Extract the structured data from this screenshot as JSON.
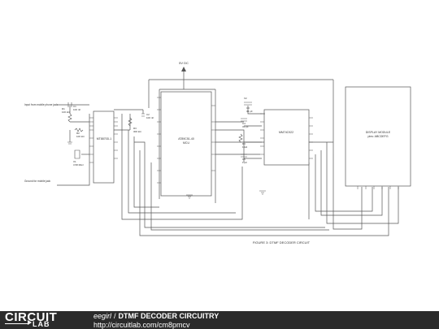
{
  "schematic": {
    "supply_label": "5V DC",
    "ic_dtmf_decoder": {
      "name": "MT8870D-1",
      "sub": ""
    },
    "ic_mcu": {
      "name": "AT89C51-40",
      "sub": "MCU"
    },
    "ic_latch": {
      "name": "MM74C922",
      "sub": ""
    },
    "ic_display": {
      "name": "DISPLAY MODULE",
      "sub": "pins: ABCDEFG"
    },
    "input_label_top": "Input from mobile phone jack",
    "input_label_bottom": "Ground for mobile jack",
    "component_labels": {
      "c1": "C1",
      "c1_val": "100 nF",
      "r1": "R1",
      "r1_val": "100 kΩ",
      "r2": "R2",
      "r2_val": "100 kΩ",
      "r3": "R3",
      "r3_val": "300 kΩ",
      "c2": "C2",
      "c2_val": "100 nF",
      "x1": "X1",
      "x1_val": "3.58 MHz",
      "c3": "C3",
      "c3_val": "33 pF",
      "c4": "C4",
      "c4_val": "33 pF",
      "r4": "R4",
      "r4_val": "1 kΩ",
      "c5": "C5",
      "c5_val": "1 µF",
      "x2": "X2"
    },
    "figure_caption": "FIGURE 3: DTMF DECODER CIRCUIT"
  },
  "footer": {
    "logo_top": "CIRCUIT",
    "logo_bottom": "LAB",
    "author": "eegirl",
    "separator": "/",
    "title": "DTMF DECODER CIRCUITRY",
    "url": "http://circuitlab.com/cm8pmcv"
  },
  "colors": {
    "wire": "#555555",
    "background": "#ffffff",
    "footer_bg": "#2b2b2b",
    "footer_text": "#ffffff"
  }
}
